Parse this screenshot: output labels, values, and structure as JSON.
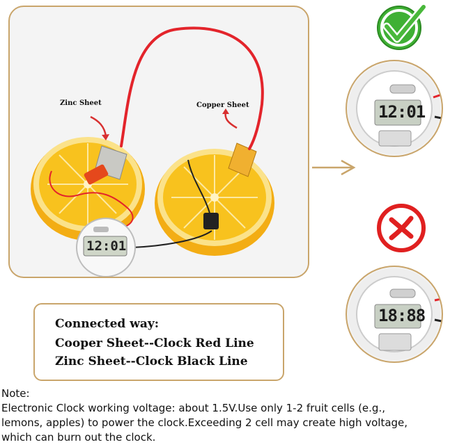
{
  "photo": {
    "zinc_label": "Zinc Sheet",
    "copper_label": "Copper Sheet",
    "clock_display": "12:01"
  },
  "results": {
    "good_display": "12:01",
    "bad_display": "18:88",
    "good_mark": "check-mark",
    "bad_mark": "x-mark"
  },
  "info": {
    "title": "Connected way:",
    "line1": "Cooper Sheet--Clock Red Line",
    "line2": "Zinc Sheet--Clock Black Line"
  },
  "note": {
    "heading": "Note:",
    "line1": "Electronic Clock working voltage: about 1.5V.Use only 1-2 fruit cells (e.g.,",
    "line2": "lemons, apples) to power the clock.Exceeding 2 cell may create high voltage,",
    "line3": "which can burn out the clock."
  },
  "colors": {
    "frame_border": "#c9a56b",
    "lemon": "#f7c21b",
    "wire_red": "#e3242b",
    "check_green": "#3fb034",
    "cross_red": "#e02020"
  }
}
